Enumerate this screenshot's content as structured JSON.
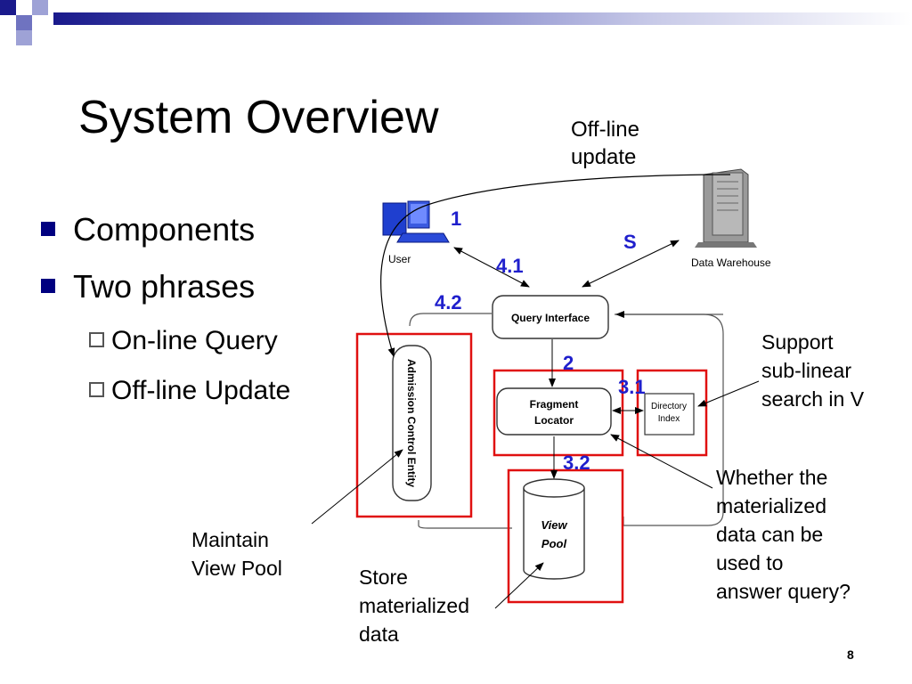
{
  "slide": {
    "title": "System Overview",
    "bullets": [
      {
        "text": "Components",
        "level": 1
      },
      {
        "text": "Two phrases",
        "level": 1
      },
      {
        "text": "On-line Query",
        "level": 2
      },
      {
        "text": "Off-line Update",
        "level": 2
      }
    ],
    "page_number": "8"
  },
  "diagram": {
    "nodes": {
      "user": "User",
      "data_warehouse": "Data Warehouse",
      "query_interface": "Query Interface",
      "admission_control": "Admission Control Entity",
      "fragment_locator_line1": "Fragment",
      "fragment_locator_line2": "Locator",
      "directory_index_line1": "Directory",
      "directory_index_line2": "Index",
      "view_pool_line1": "View",
      "view_pool_line2": "Pool"
    },
    "steps": {
      "s1": "1",
      "sS": "S",
      "s41": "4.1",
      "s42": "4.2",
      "s2": "2",
      "s31": "3.1",
      "s32": "3.2"
    },
    "annotations": {
      "offline_update": [
        "Off-line",
        "update"
      ],
      "support": [
        "Support",
        "sub-linear",
        "search in V"
      ],
      "whether": [
        "Whether the",
        "materialized",
        "data  can be",
        "used to",
        "answer query?"
      ],
      "maintain": [
        "Maintain",
        "View Pool"
      ],
      "store": [
        "Store",
        "materialized",
        "data"
      ]
    },
    "colors": {
      "highlight_box": "#e01010",
      "step_label": "#1f1fcc",
      "bullet": "#000080",
      "user_icon": "#1f3fcf"
    }
  }
}
